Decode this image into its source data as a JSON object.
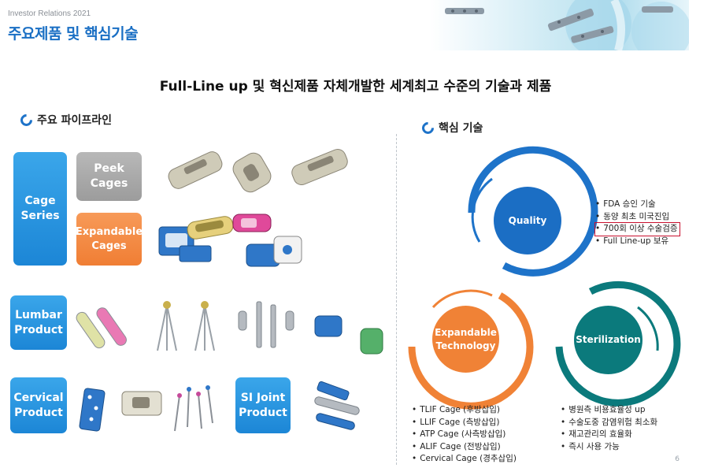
{
  "header": {
    "ir_label": "Investor Relations 2021",
    "title": "주요제품 및 핵심기술"
  },
  "main_heading": "Full-Line up 및 혁신제품 자체개발한 세계최고 수준의 기술과 제품",
  "pipeline": {
    "label": "주요 파이프라인",
    "categories": {
      "cage_series": "Cage\nSeries",
      "peek_cages": "Peek\nCages",
      "expandable_cages": "Expandable\nCages",
      "lumbar_product": "Lumbar\nProduct",
      "cervical_product": "Cervical\nProduct",
      "si_joint_product": "SI Joint\nProduct"
    }
  },
  "core_tech": {
    "label": "핵심 기술",
    "quality": {
      "name": "Quality",
      "bullets": [
        "FDA 승인 기술",
        "동양 최초 미국진입",
        "700회 이상 수술검증",
        "Full Line-up 보유"
      ]
    },
    "expandable": {
      "name": "Expandable\nTechnology",
      "bullets": [
        "TLIF Cage (후방삽입)",
        "LLIF Cage (측방삽입)",
        "ATP Cage (사측방삽입)",
        "ALIF Cage (전방삽입)",
        "Cervical Cage (경추삽입)"
      ]
    },
    "sterilization": {
      "name": "Sterilization",
      "bullets": [
        "병원측 비용효율성 up",
        "수술도중 감염위험 최소화",
        "재고관리의 효율화",
        "즉시 사용 가능"
      ]
    }
  },
  "page_number": "6",
  "colors": {
    "brand_blue": "#1a6fc4",
    "button_blue": "#2a96e0",
    "peek_gray": "#a8a8a8",
    "orange": "#f08236",
    "teal": "#0b7a7c",
    "highlight_red": "#c8102e"
  }
}
